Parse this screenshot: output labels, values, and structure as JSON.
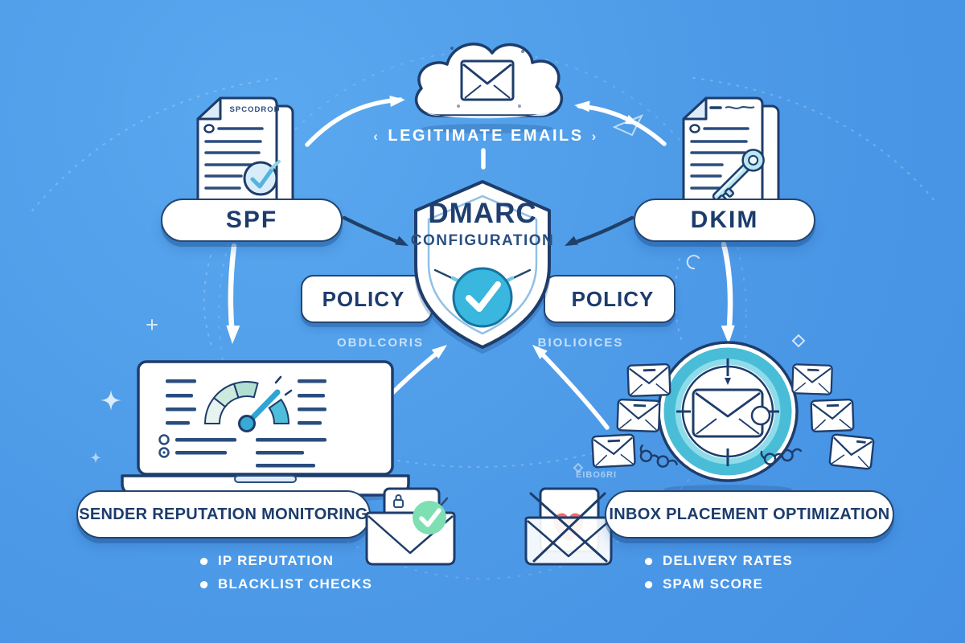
{
  "palette": {
    "background": "#4c99e7",
    "navy": "#1e3d6b",
    "teal": "#39b7df",
    "green": "#7edfb3",
    "red": "#f26b6d",
    "white": "#ffffff"
  },
  "cloud": {
    "label": "LEGITIMATE EMAILS",
    "left_tick": "‹",
    "right_tick": "›"
  },
  "spf": {
    "pill": "SPF",
    "doc_header": "SPCODROD"
  },
  "dkim": {
    "pill": "DKIM"
  },
  "shield": {
    "title": "DMARC",
    "subtitle": "CONFIGURATION"
  },
  "policies": {
    "left": "POLICY",
    "right": "POLICY",
    "left_caption": "OBDLCORIS",
    "right_caption": "BIOLIOICES"
  },
  "monitoring": {
    "title": "SENDER REPUTATION MONITORING",
    "bullets": [
      "IP REPUTATION",
      "BLACKLIST CHECKS"
    ]
  },
  "inbox": {
    "title": "INBOX PLACEMENT OPTIMIZATION",
    "bullets": [
      "DELIVERY RATES",
      "SPAM SCORE"
    ],
    "caption": "EIBO6RI"
  }
}
